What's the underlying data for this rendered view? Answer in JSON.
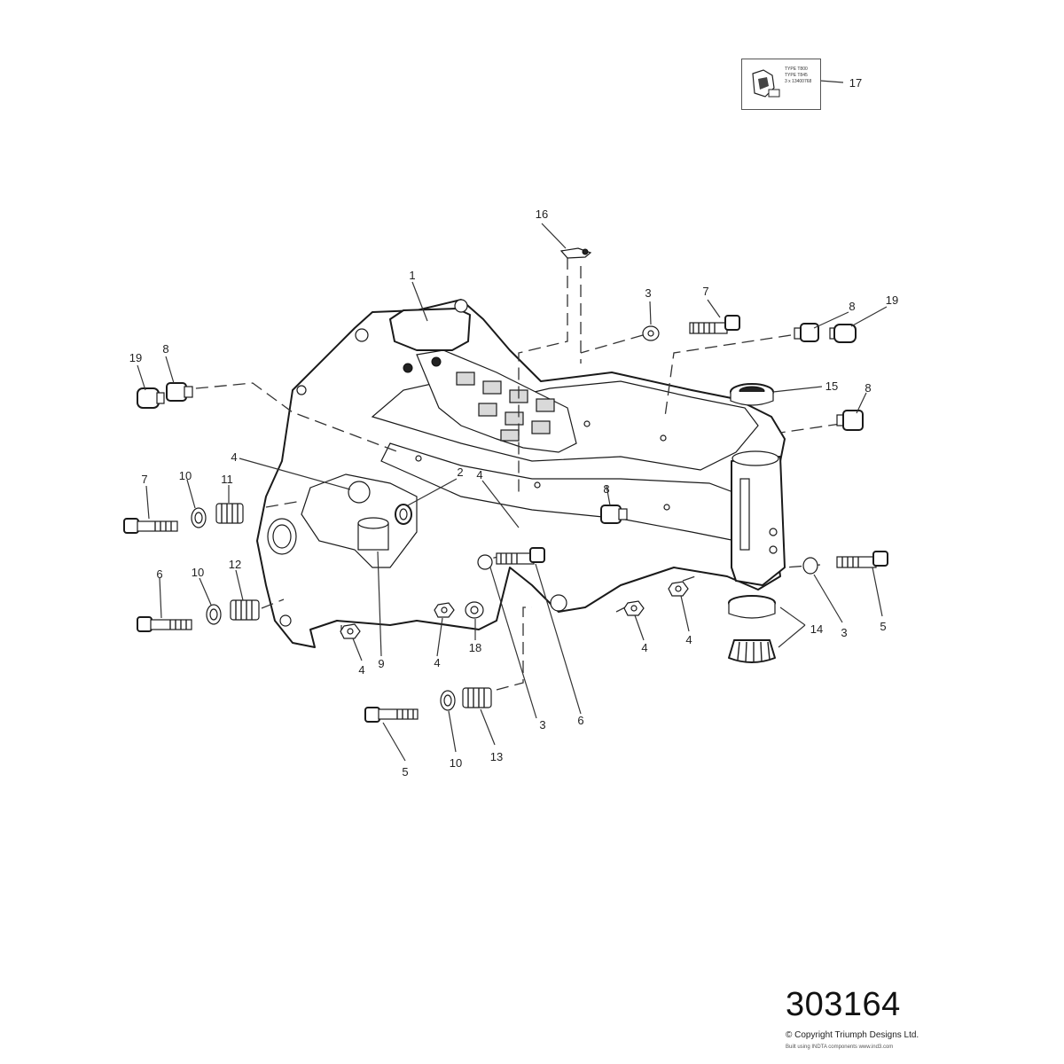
{
  "part_number": "303164",
  "copyright": "© Copyright Triumph Designs Ltd.",
  "credit": "Built using INDTA components  www.ind3.com",
  "warning_label": {
    "line1": "TYPE T800",
    "line2": "TYPE T845",
    "line3": "3 x 13400768"
  },
  "callouts": {
    "c1": "1",
    "c2": "2",
    "c3a": "3",
    "c3b": "3",
    "c3c": "3",
    "c4a": "4",
    "c4b": "4",
    "c4c": "4",
    "c4d": "4",
    "c4e": "4",
    "c4f": "4",
    "c5a": "5",
    "c5b": "5",
    "c6a": "6",
    "c6b": "6",
    "c7a": "7",
    "c7b": "7",
    "c8a": "8",
    "c8b": "8",
    "c8c": "8",
    "c8d": "8",
    "c9": "9",
    "c10a": "10",
    "c10b": "10",
    "c10c": "10",
    "c11": "11",
    "c12": "12",
    "c13": "13",
    "c14": "14",
    "c15": "15",
    "c16": "16",
    "c17": "17",
    "c18": "18",
    "c19a": "19",
    "c19b": "19"
  }
}
